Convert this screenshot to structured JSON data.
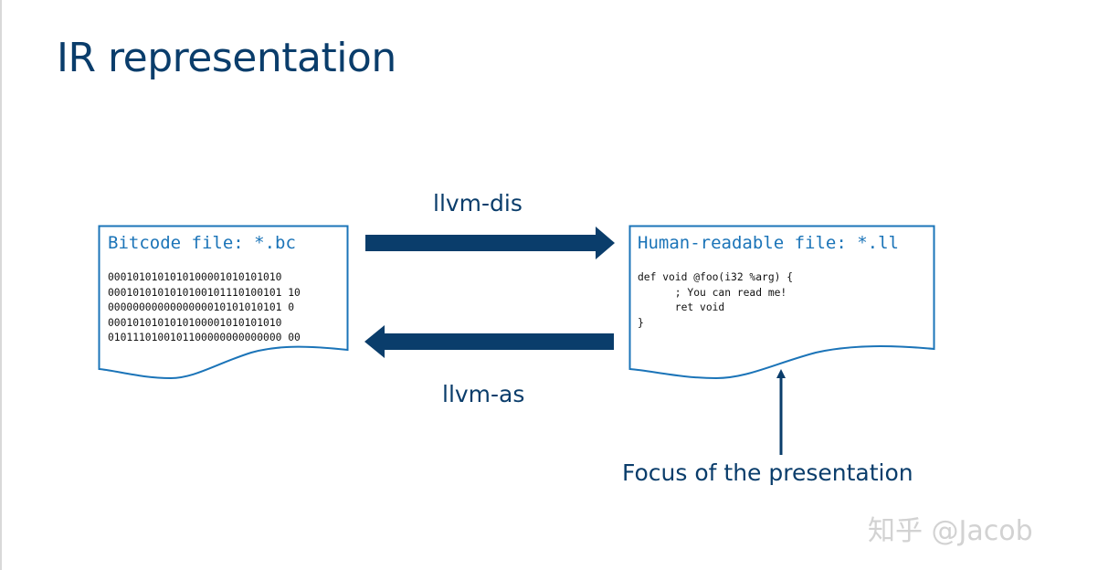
{
  "slide": {
    "title": "IR representation"
  },
  "bitcode_doc": {
    "title": "Bitcode file: *.bc",
    "lines": [
      "0001010101010100001010101010",
      "0001010101010100101110100101 10",
      "0000000000000000010101010101 0",
      "0001010101010100001010101010",
      "0101110100101100000000000000 00"
    ]
  },
  "ll_doc": {
    "title": "Human-readable file: *.ll",
    "lines": [
      "def void @foo(i32 %arg) {",
      "      ; You can read me!",
      "      ret void",
      "}"
    ]
  },
  "arrows": {
    "top_label": "llvm-dis",
    "bottom_label": "llvm-as"
  },
  "annotation": {
    "focus_label": "Focus of the presentation"
  },
  "watermark": {
    "text": "知乎 @Jacob"
  },
  "colors": {
    "title_blue": "#0a3d6b",
    "doc_border": "#1b74b8",
    "arrow_fill": "#0a3d6b"
  }
}
